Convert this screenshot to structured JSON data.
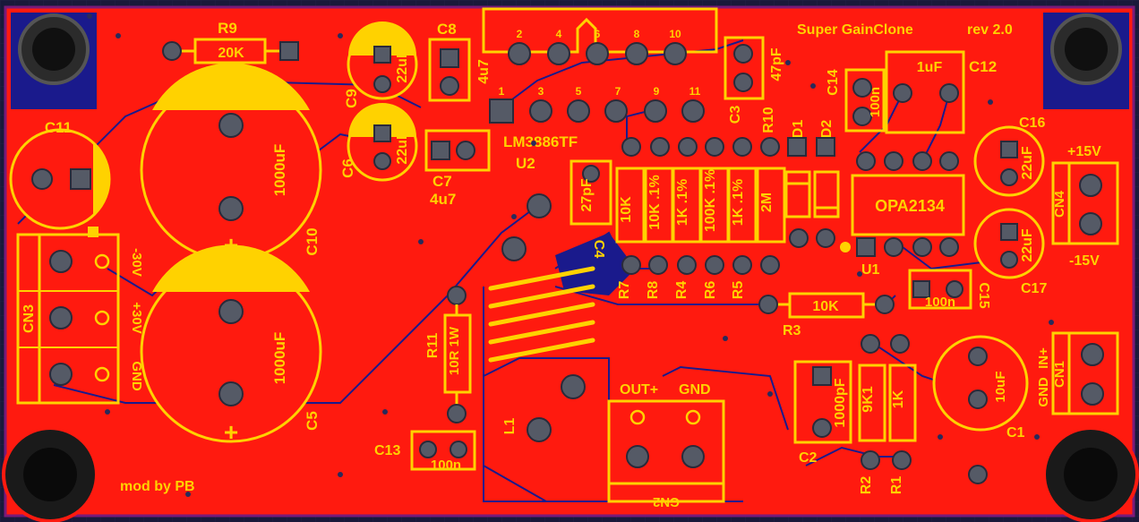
{
  "board": {
    "title": "Super GainClone",
    "revision": "rev 2.0",
    "credit": "mod by PB",
    "colors": {
      "copper": "#ff1a0f",
      "silkscreen": "#ffd200",
      "trace": "#1a1a8c",
      "background": "#1a1a3a"
    }
  },
  "components": {
    "r9": {
      "ref": "R9",
      "value": "20K"
    },
    "c8": {
      "ref": "C8",
      "value": "4u7"
    },
    "c9": {
      "ref": "C9",
      "value": "22uF"
    },
    "c6": {
      "ref": "C6",
      "value": "22uF"
    },
    "c7": {
      "ref": "C7",
      "value": "4u7"
    },
    "c11": {
      "ref": "C11"
    },
    "c10": {
      "ref": "C10",
      "value": "1000uF"
    },
    "c5": {
      "ref": "C5",
      "value": "1000uF"
    },
    "u2": {
      "ref": "U2",
      "value": "LM3886TF",
      "pins": [
        "1",
        "2",
        "3",
        "4",
        "5",
        "6",
        "7",
        "8",
        "9",
        "10",
        "11"
      ]
    },
    "c3": {
      "ref": "C3",
      "value": "47pF"
    },
    "c4": {
      "ref": "C4",
      "value": "27pF"
    },
    "r10": {
      "ref": "R10",
      "value": "2M"
    },
    "d1": {
      "ref": "D1"
    },
    "d2": {
      "ref": "D2"
    },
    "c14": {
      "ref": "C14",
      "value": "100n"
    },
    "c12": {
      "ref": "C12",
      "value": "1uF"
    },
    "c16": {
      "ref": "C16",
      "value": "22uF"
    },
    "c17": {
      "ref": "C17",
      "value": "22uF"
    },
    "cn4": {
      "ref": "CN4",
      "plus": "+15V",
      "minus": "-15V"
    },
    "u1": {
      "ref": "U1",
      "value": "OPA2134"
    },
    "r7": {
      "ref": "R7",
      "value": "10K"
    },
    "r8": {
      "ref": "R8",
      "value": "10K .1%"
    },
    "r4": {
      "ref": "R4",
      "value": "1K .1%"
    },
    "r6": {
      "ref": "R6",
      "value": "100K .1%"
    },
    "r5": {
      "ref": "R5",
      "value": "1K .1%"
    },
    "r3": {
      "ref": "R3",
      "value": "10K"
    },
    "c15": {
      "ref": "C15",
      "value": "100n"
    },
    "cn3": {
      "ref": "CN3",
      "neg": "-30V",
      "pos": "+30V",
      "gnd": "GND"
    },
    "r11": {
      "ref": "R11",
      "value": "10R 1W"
    },
    "l1": {
      "ref": "L1"
    },
    "cn2": {
      "ref": "CN2",
      "out": "OUT+",
      "gnd": "GND"
    },
    "c13": {
      "ref": "C13",
      "value": "100n"
    },
    "c2": {
      "ref": "C2",
      "value": "1000pF"
    },
    "r2": {
      "ref": "R2",
      "value": "9K1"
    },
    "r1": {
      "ref": "R1",
      "value": "1K"
    },
    "c1": {
      "ref": "C1",
      "value": "10uF"
    },
    "cn1": {
      "ref": "CN1",
      "gnd": "GND",
      "in": "IN+"
    }
  }
}
